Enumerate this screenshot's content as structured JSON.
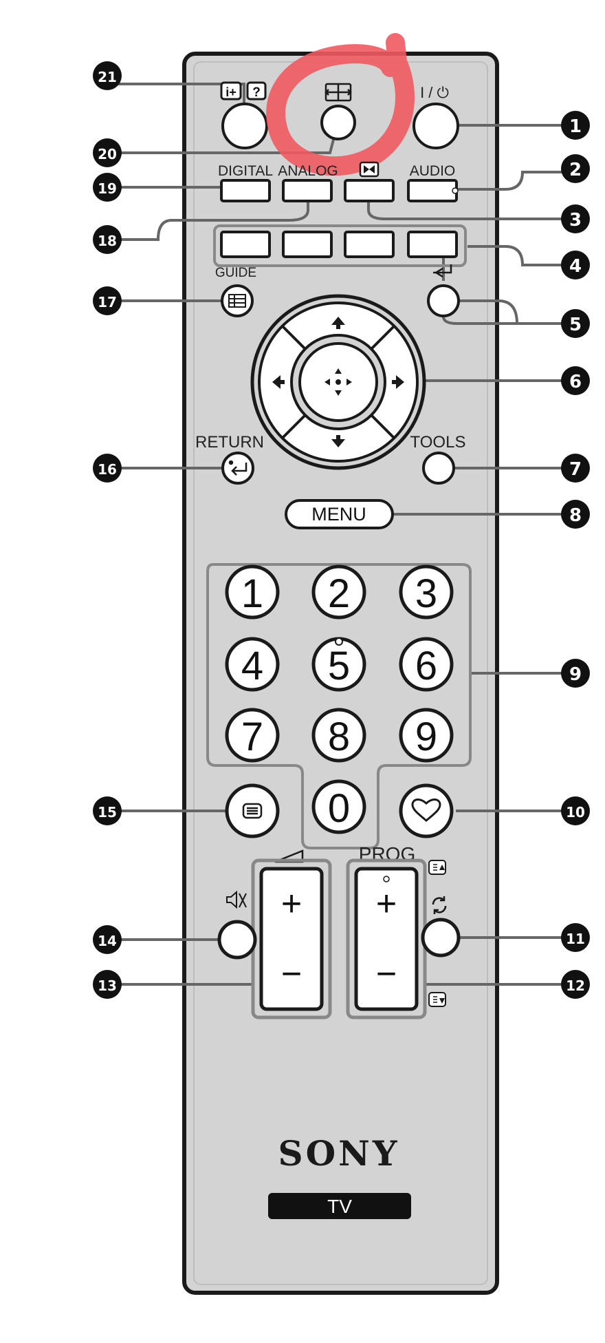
{
  "remote": {
    "brand": "SONY",
    "model_badge": "TV",
    "labels": {
      "info": "i+",
      "help": "?",
      "power": "I / ⏻",
      "digital": "DIGITAL",
      "analog": "ANALOG",
      "audio": "AUDIO",
      "guide": "GUIDE",
      "return": "RETURN",
      "tools": "TOOLS",
      "menu": "MENU",
      "prog": "PROG"
    },
    "number_keys": [
      "1",
      "2",
      "3",
      "4",
      "5",
      "6",
      "7",
      "8",
      "9",
      "0"
    ],
    "rocker_plus": "+",
    "rocker_minus": "−",
    "callouts": [
      "1",
      "2",
      "3",
      "4",
      "5",
      "6",
      "7",
      "8",
      "9",
      "10",
      "11",
      "12",
      "13",
      "14",
      "15",
      "16",
      "17",
      "18",
      "19",
      "20",
      "21"
    ]
  },
  "colors": {
    "body": "#d3d3d3",
    "outline": "#1a1a1a",
    "callout_fill": "#111111",
    "leader": "#666666",
    "highlight_circle": "#ee5a5f",
    "badge": "#111111"
  },
  "icons": {
    "widescreen": "aspect-ratio-icon",
    "freeze": "freeze-icon",
    "input": "input-select-icon",
    "guide": "epg-guide-icon",
    "return": "return-arrow-icon",
    "teletext": "teletext-icon",
    "favourites": "heart-icon",
    "volume": "volume-wedge-icon",
    "mute": "mute-icon",
    "jump": "jump-cycle-icon",
    "page_up": "page-up-icon",
    "page_down": "page-down-icon"
  }
}
